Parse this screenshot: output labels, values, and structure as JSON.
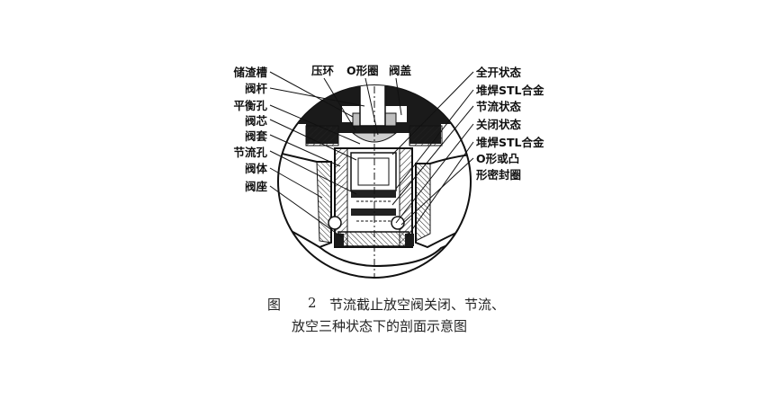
{
  "labels_left": [
    "储渣槽",
    "阀杆",
    "平衡孔",
    "阀芯",
    "阀套",
    "节流孔",
    "阀体",
    "阀座"
  ],
  "labels_top": [
    "压环",
    "O形圈",
    "阀盖"
  ],
  "labels_right": [
    "全开状态",
    "堆焊STL合金",
    "节流状态",
    "关闭状态",
    "堆焊STL合金",
    "O形或凸",
    "形密封圈"
  ],
  "caption": {
    "fig_label": "图",
    "fig_number": "2",
    "line1": "节流截止放空阀关闭、节流、",
    "line2": "放空三种状态下的剖面示意图"
  }
}
